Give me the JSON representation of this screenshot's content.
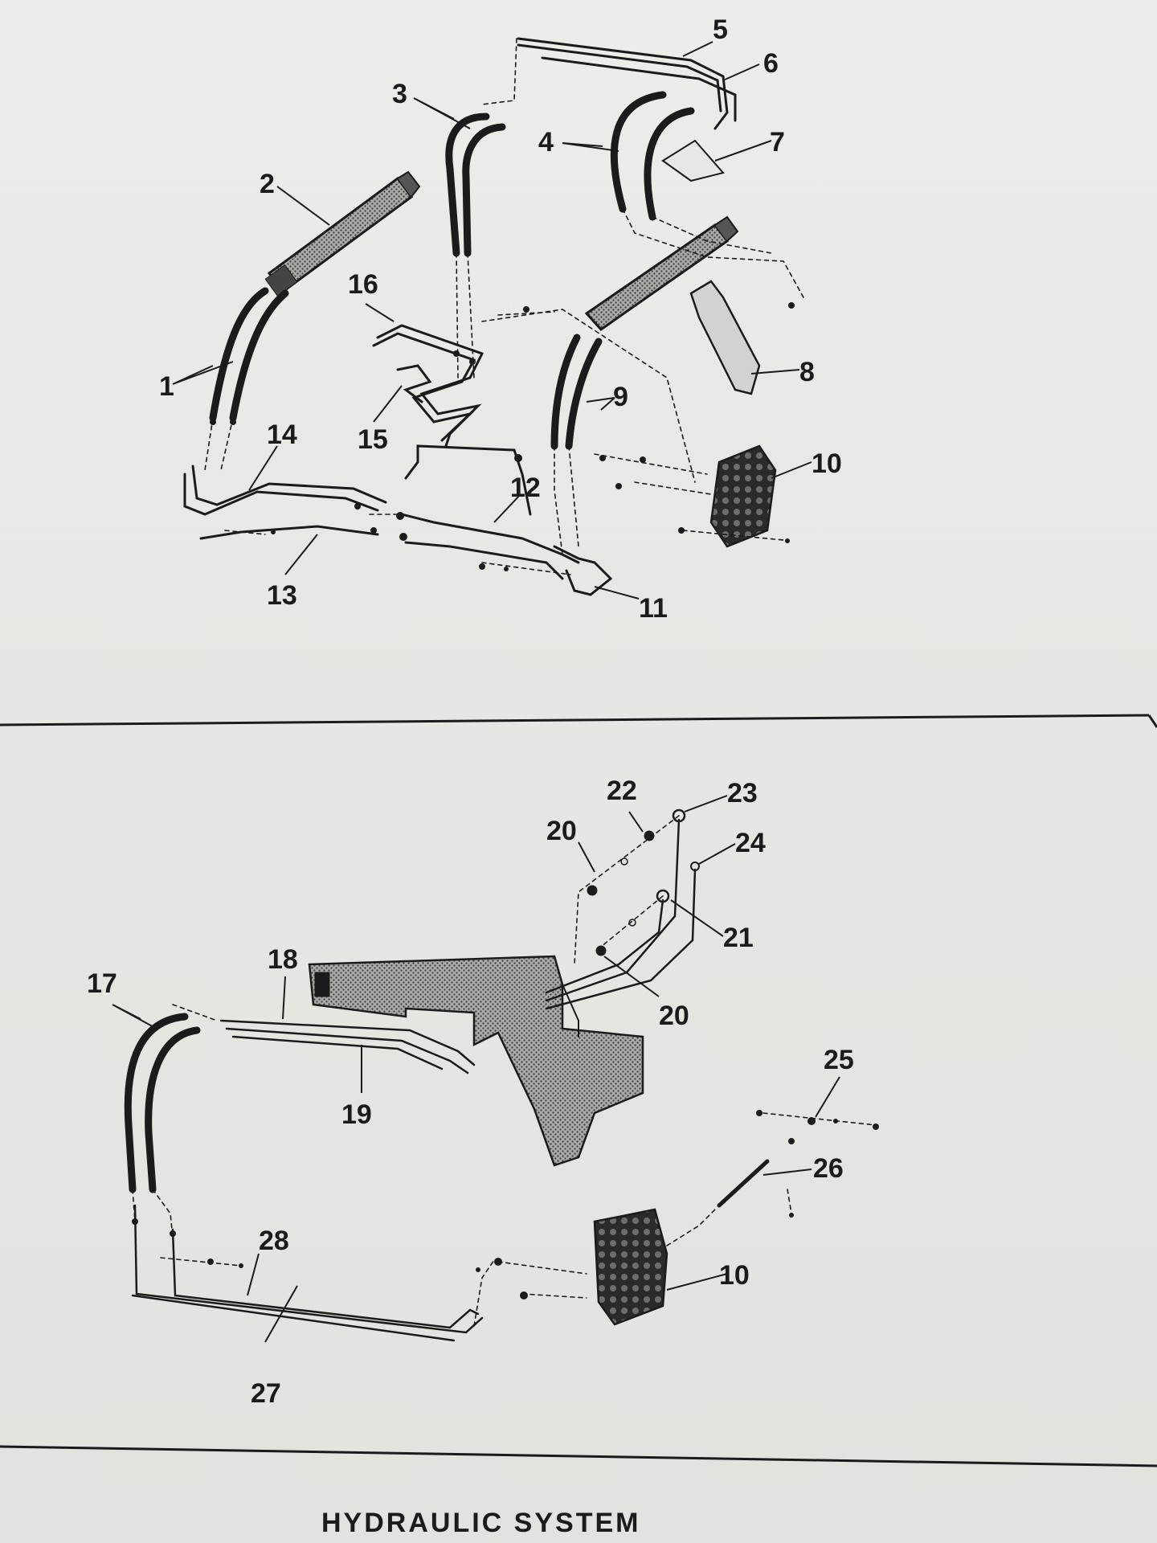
{
  "title": "HYDRAULIC SYSTEM",
  "top_panel": {
    "callouts": [
      "1",
      "2",
      "3",
      "4",
      "5",
      "6",
      "7",
      "8",
      "9",
      "10",
      "11",
      "12",
      "13",
      "14",
      "15",
      "16"
    ]
  },
  "bottom_panel": {
    "callouts": [
      "17",
      "18",
      "19",
      "20",
      "21",
      "22",
      "23",
      "24",
      "25",
      "26",
      "27",
      "28",
      "20",
      "10"
    ]
  },
  "colors": {
    "paper": "#e7e8e3",
    "ink": "#1b1b1b",
    "shading": "#8a8a86"
  }
}
